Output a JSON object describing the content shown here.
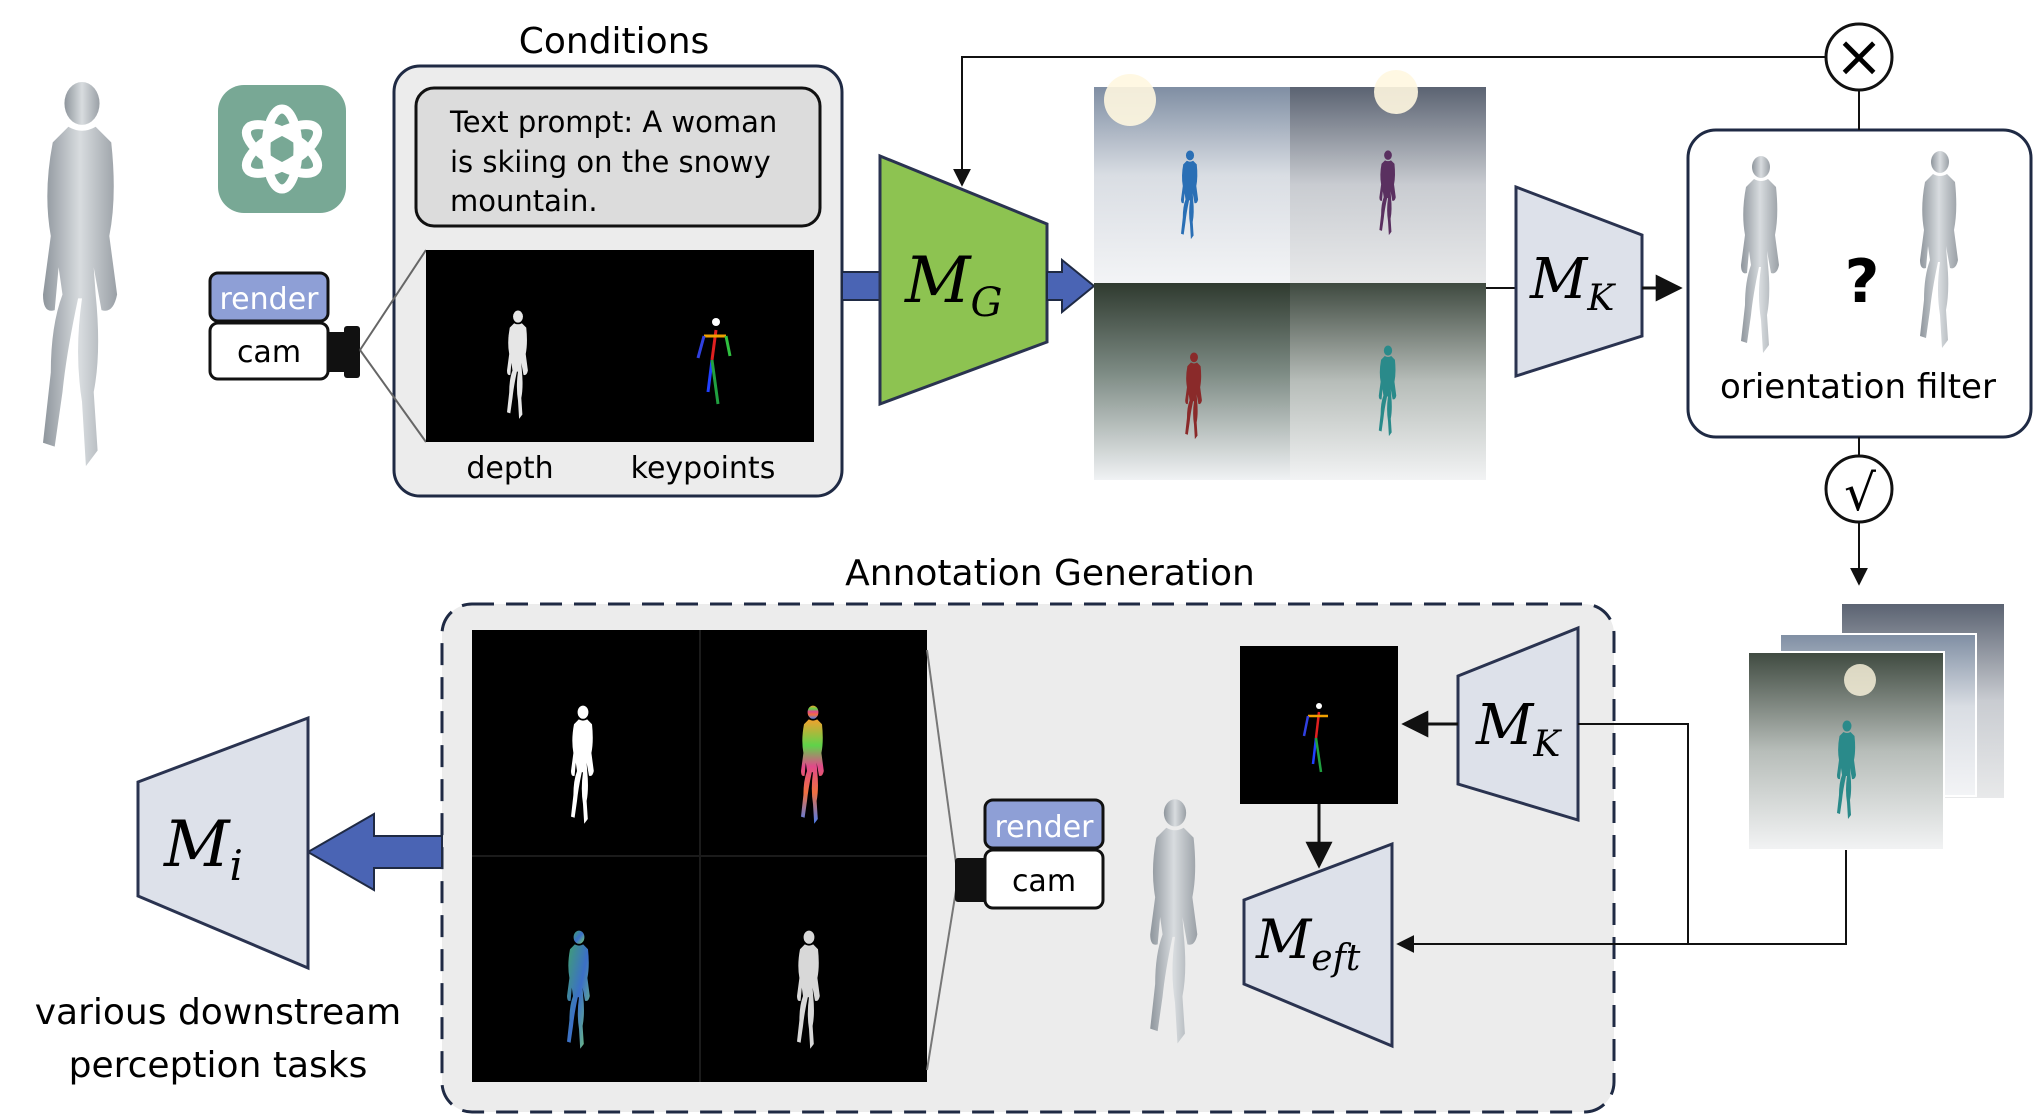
{
  "conditions": {
    "title": "Conditions",
    "prompt": [
      "Text  prompt:  A  woman",
      "is  skiing  on  the  snowy",
      "mountain."
    ],
    "depth_label": "depth",
    "keypoints_label": "keypoints"
  },
  "camera_top": {
    "render": "render",
    "cam": "cam"
  },
  "camera_bottom": {
    "render": "render",
    "cam": "cam"
  },
  "models": {
    "generator": {
      "main": "M",
      "sub": "G"
    },
    "keypoint_top": {
      "main": "M",
      "sub": "K"
    },
    "keypoint_bottom": {
      "main": "M",
      "sub": "K"
    },
    "eft": {
      "main": "M",
      "sub": "eft"
    },
    "task": {
      "main": "M",
      "sub": "i"
    }
  },
  "filter": {
    "label": "orientation filter",
    "question": "?",
    "reject_symbol": "×",
    "accept_symbol": "√"
  },
  "annotation": {
    "title": "Annotation Generation"
  },
  "downstream": {
    "line1": "various downstream",
    "line2": "perception tasks"
  },
  "colors": {
    "generator_fill": "#8dc351",
    "model_fill": "#dde1ea",
    "model_stroke": "#2a3350",
    "render_tag": "#8e9fd6",
    "arrow_blue": "#4a64b4",
    "panel_fill": "#ececec"
  }
}
